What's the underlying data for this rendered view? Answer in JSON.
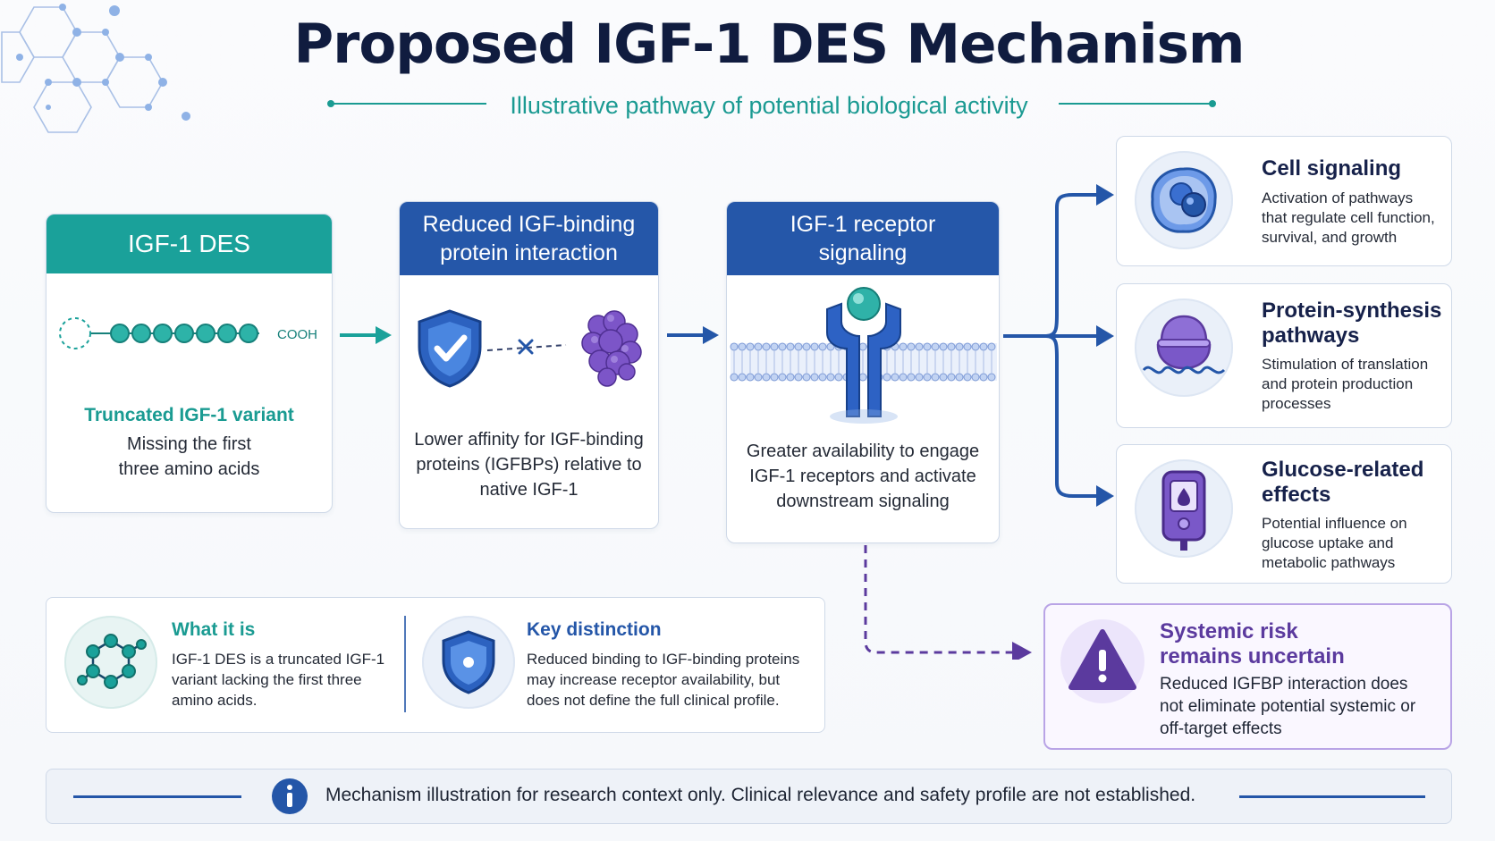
{
  "title": "Proposed IGF-1 DES Mechanism",
  "subtitle": "Illustrative pathway of potential biological activity",
  "step1": {
    "header": "IGF-1 DES",
    "chain_label": "COOH",
    "highlight": "Truncated IGF-1 variant",
    "text_line1": "Missing the first",
    "text_line2": "three amino acids"
  },
  "step2": {
    "header_line1": "Reduced IGF-binding",
    "header_line2": "protein interaction",
    "text_line1": "Lower affinity for IGF-binding",
    "text_line2": "proteins (IGFBPs) relative to",
    "text_line3": "native IGF-1"
  },
  "step3": {
    "header_line1": "IGF-1 receptor",
    "header_line2": "signaling",
    "text_line1": "Greater availability to engage",
    "text_line2": "IGF-1 receptors and activate",
    "text_line3": "downstream signaling"
  },
  "outcomes": [
    {
      "title_line1": "Cell signaling",
      "title_line2": "",
      "text": [
        "Activation of pathways",
        "that regulate cell function,",
        "survival, and growth"
      ],
      "icon": "cell-icon"
    },
    {
      "title_line1": "Protein-synthesis",
      "title_line2": "pathways",
      "text": [
        "Stimulation of translation",
        "and protein production",
        "processes"
      ],
      "icon": "ribosome-icon"
    },
    {
      "title_line1": "Glucose-related",
      "title_line2": "effects",
      "text": [
        "Potential influence on",
        "glucose uptake and",
        "metabolic pathways"
      ],
      "icon": "glucose-meter-icon"
    }
  ],
  "risk": {
    "title_line1": "Systemic risk",
    "title_line2": "remains uncertain",
    "text": [
      "Reduced IGFBP interaction does",
      "not eliminate potential systemic or",
      "off-target effects"
    ]
  },
  "what_it_is": {
    "title": "What it is",
    "text": [
      "IGF-1 DES is a truncated IGF-1",
      "variant lacking the first three",
      "amino acids."
    ]
  },
  "key_distinction": {
    "title": "Key distinction",
    "text": [
      "Reduced binding to IGF-binding proteins",
      "may increase receptor availability, but",
      "does not define the full clinical profile."
    ]
  },
  "footer": "Mechanism illustration for research context only. Clinical relevance and safety profile are not established.",
  "colors": {
    "teal": "#1a9b92",
    "blue": "#2456a8",
    "navy": "#101c3f",
    "purple": "#5b3a9e"
  }
}
